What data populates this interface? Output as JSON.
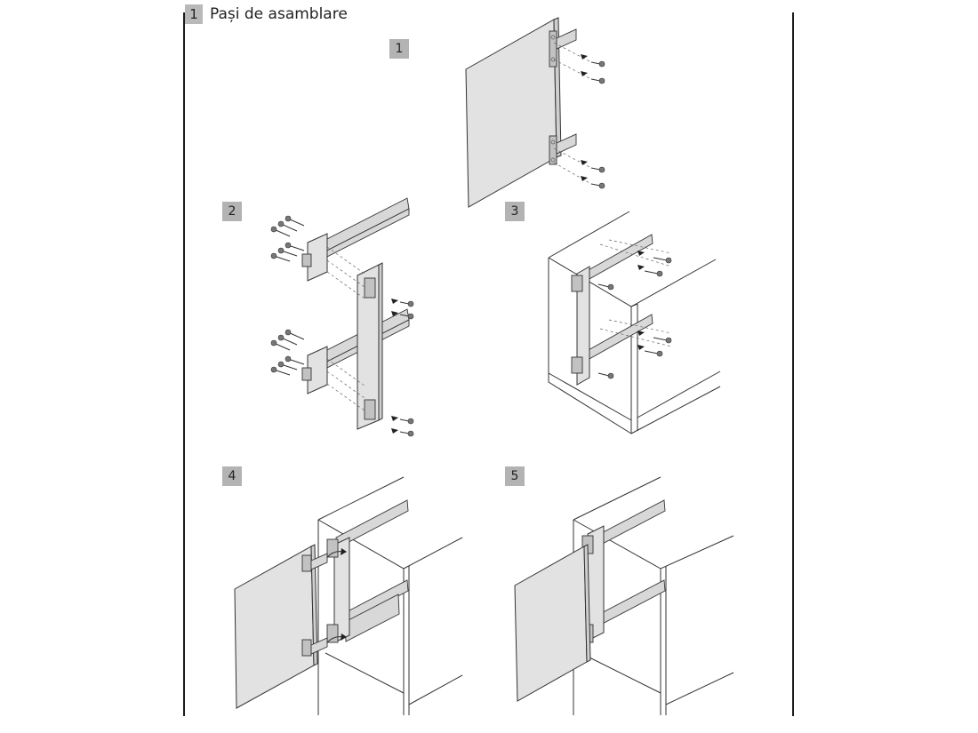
{
  "section": {
    "number": "1",
    "title": "Pași de asamblare"
  },
  "steps": [
    {
      "label": "1",
      "caption": ""
    },
    {
      "label": "2",
      "caption": ""
    },
    {
      "label": "3",
      "caption": ""
    },
    {
      "label": "4",
      "caption": ""
    },
    {
      "label": "5",
      "caption": ""
    }
  ],
  "colors": {
    "badge": "#b3b3b3",
    "panel": "#e2e2e2",
    "line": "#333333"
  }
}
